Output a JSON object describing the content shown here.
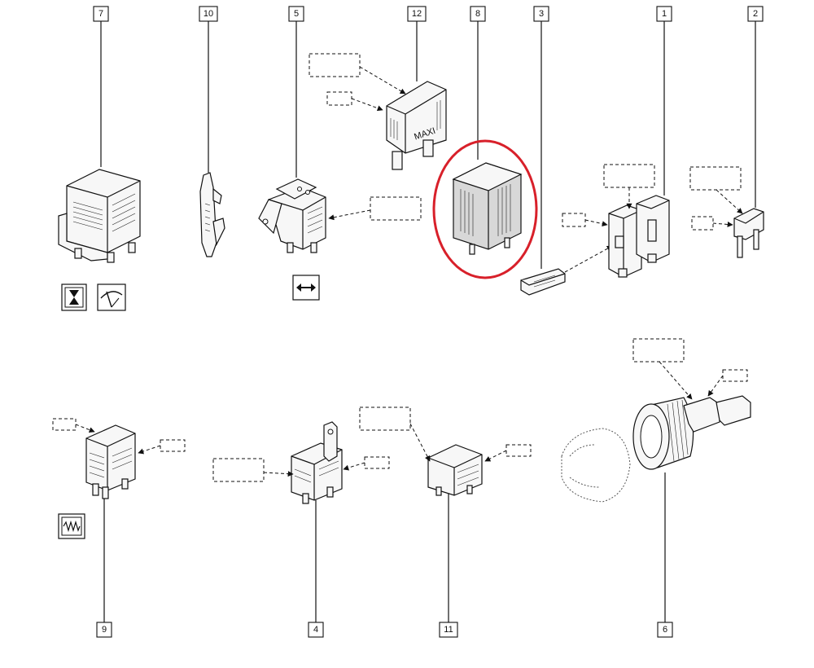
{
  "callouts": [
    {
      "id": "c7",
      "label": "7"
    },
    {
      "id": "c10",
      "label": "10"
    },
    {
      "id": "c5",
      "label": "5"
    },
    {
      "id": "c12",
      "label": "12"
    },
    {
      "id": "c8",
      "label": "8"
    },
    {
      "id": "c3",
      "label": "3"
    },
    {
      "id": "c1",
      "label": "1"
    },
    {
      "id": "c2",
      "label": "2"
    },
    {
      "id": "c9",
      "label": "9"
    },
    {
      "id": "c4",
      "label": "4"
    },
    {
      "id": "c11",
      "label": "11"
    },
    {
      "id": "c6",
      "label": "6"
    }
  ],
  "fuse_text": "MAXI",
  "highlight_color": "#d8202a",
  "icons": [
    "hourglass-icon",
    "wiper-icon",
    "double-arrow-icon",
    "heater-wave-icon"
  ]
}
